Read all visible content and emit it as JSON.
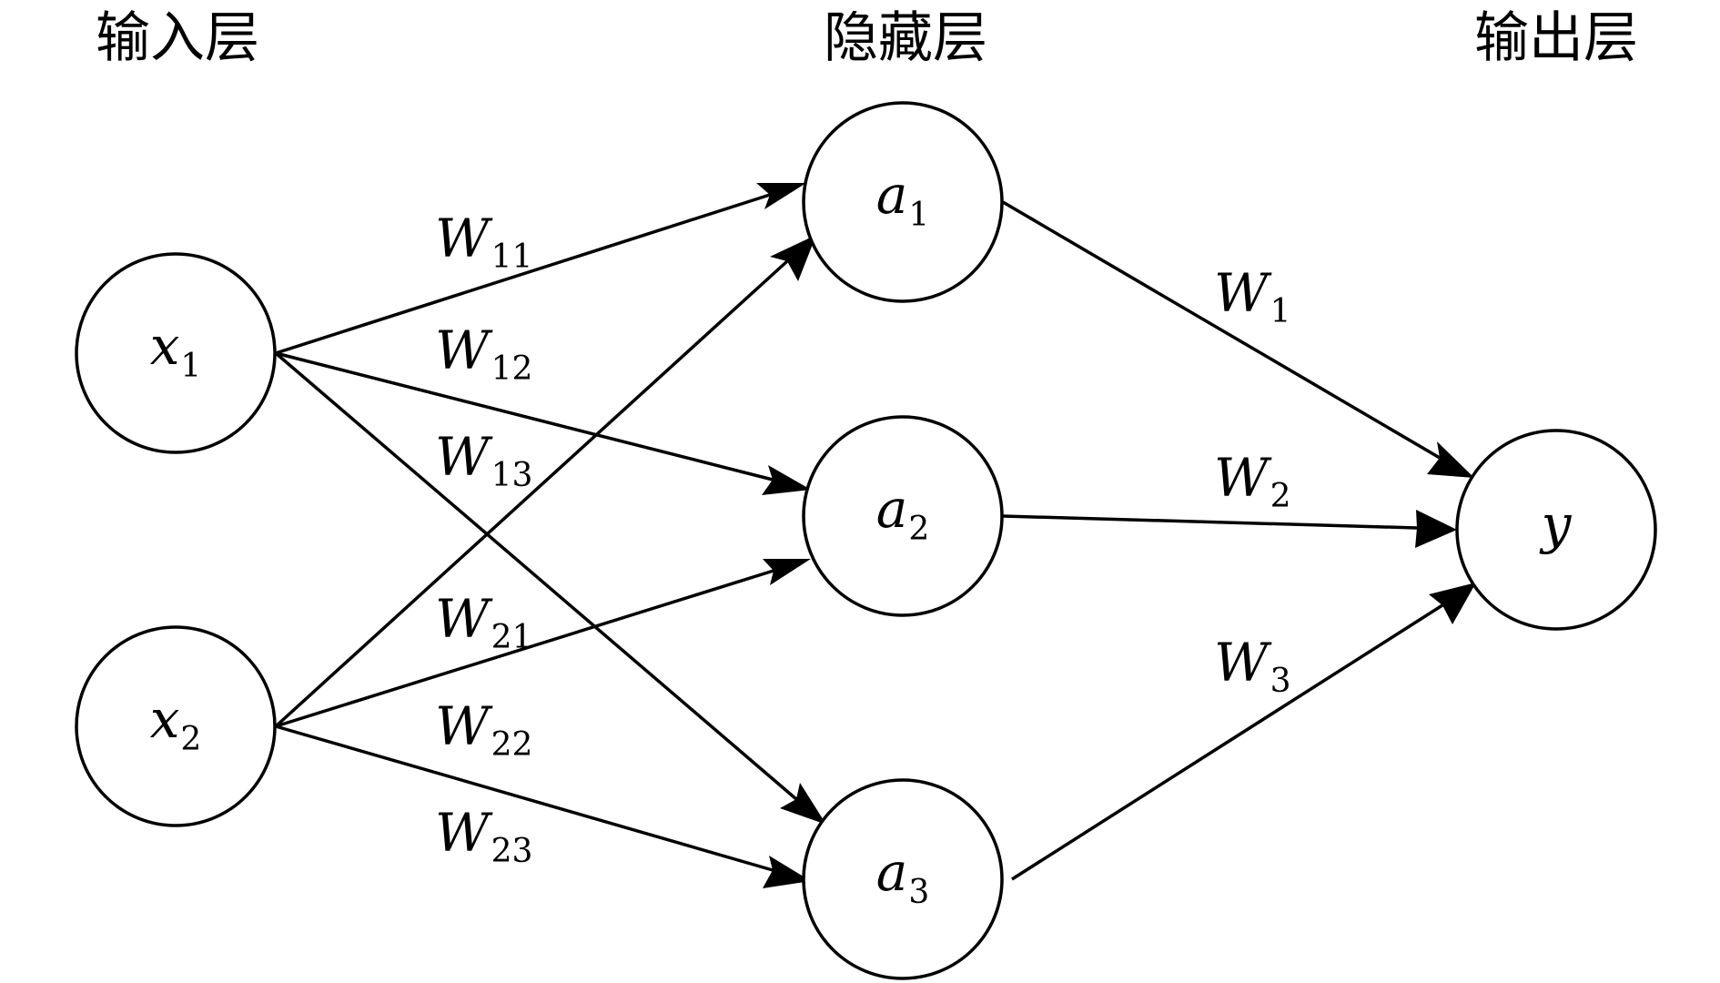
{
  "layers": {
    "input": "输入层",
    "hidden": "隐藏层",
    "output": "输出层"
  },
  "nodes": {
    "x1": {
      "symbol": "x",
      "sub": "1"
    },
    "x2": {
      "symbol": "x",
      "sub": "2"
    },
    "a1": {
      "symbol": "a",
      "sub": "1"
    },
    "a2": {
      "symbol": "a",
      "sub": "2"
    },
    "a3": {
      "symbol": "a",
      "sub": "3"
    },
    "y": {
      "symbol": "y",
      "sub": ""
    }
  },
  "weights": {
    "w11": {
      "symbol": "W",
      "sub": "11"
    },
    "w12": {
      "symbol": "W",
      "sub": "12"
    },
    "w13": {
      "symbol": "W",
      "sub": "13"
    },
    "w21": {
      "symbol": "W",
      "sub": "21"
    },
    "w22": {
      "symbol": "W",
      "sub": "22"
    },
    "w23": {
      "symbol": "W",
      "sub": "23"
    },
    "w1": {
      "symbol": "W",
      "sub": "1"
    },
    "w2": {
      "symbol": "W",
      "sub": "2"
    },
    "w3": {
      "symbol": "W",
      "sub": "3"
    }
  }
}
